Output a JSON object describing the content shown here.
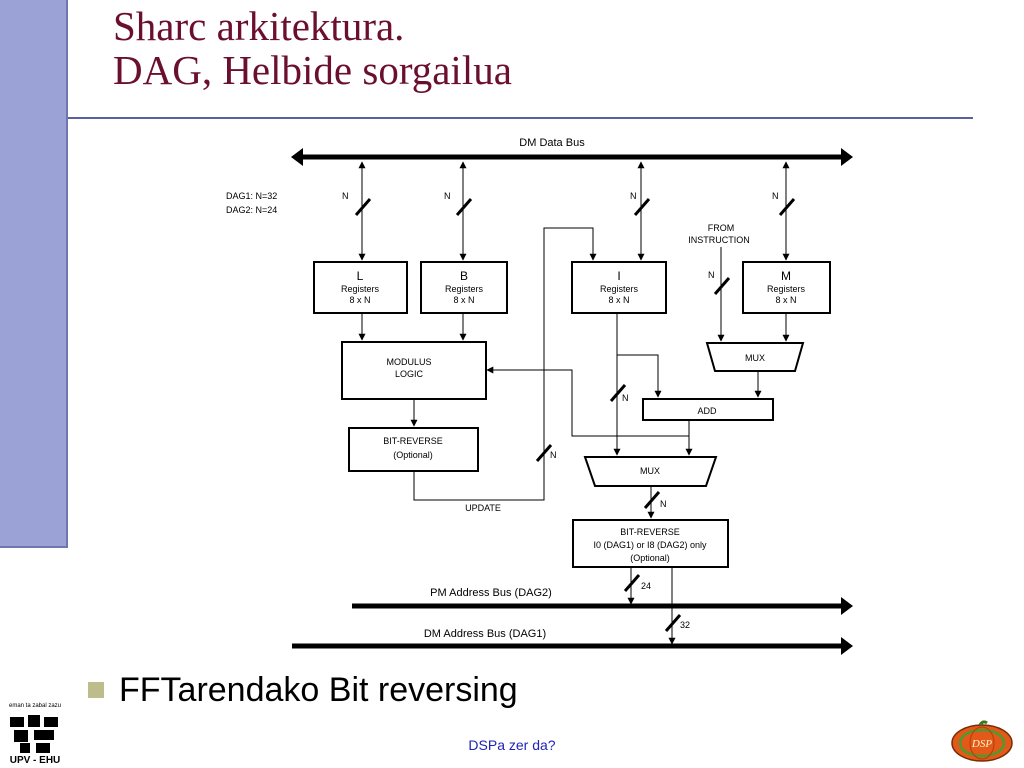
{
  "slide": {
    "title_line1": "Sharc arkitektura.",
    "title_line2": "DAG, Helbide sorgailua",
    "bullet": "FFTarendako Bit reversing",
    "footer": "DSPa zer da?",
    "logo_left_top": "eman ta zabal zazu",
    "logo_left_bottom": "UPV - EHU",
    "logo_right_text": "DSP"
  },
  "colors": {
    "title": "#6b0f2e",
    "sidebar": "#9aa2d6",
    "footer": "#1f23b8",
    "bullet": "#bdbd8c"
  },
  "diagram": {
    "dm_data_bus": "DM Data Bus",
    "dag_line1": "DAG1:  N=32",
    "dag_line2": "DAG2:  N=24",
    "n": "N",
    "from_instruction_1": "FROM",
    "from_instruction_2": "INSTRUCTION",
    "reg_l": "L",
    "reg_b": "B",
    "reg_i": "I",
    "reg_m": "M",
    "registers": "Registers",
    "reg_size": "8 x N",
    "modulus_1": "MODULUS",
    "modulus_2": "LOGIC",
    "bitrev1_1": "BIT-REVERSE",
    "bitrev1_2": "(Optional)",
    "update": "UPDATE",
    "mux": "MUX",
    "add": "ADD",
    "bitrev2_1": "BIT-REVERSE",
    "bitrev2_2": "I0 (DAG1) or I8 (DAG2) only",
    "bitrev2_3": "(Optional)",
    "pm_address_bus": "PM Address Bus (DAG2)",
    "dm_address_bus": "DM Address Bus (DAG1)",
    "width_24": "24",
    "width_32": "32"
  }
}
